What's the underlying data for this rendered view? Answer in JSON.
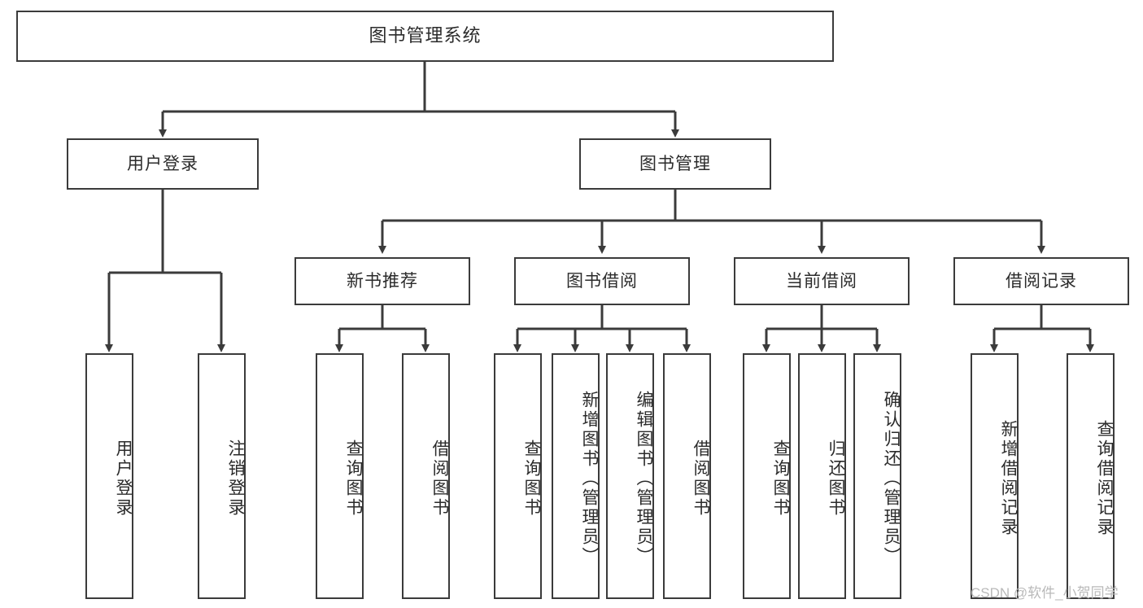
{
  "diagram": {
    "type": "tree-hierarchy",
    "title_node": {
      "id": "root",
      "label": "图书管理系统"
    },
    "level2": [
      {
        "id": "user-login",
        "label": "用户登录"
      },
      {
        "id": "book-mgmt",
        "label": "图书管理"
      }
    ],
    "level3": [
      {
        "id": "new-book-rec",
        "label": "新书推荐",
        "parent": "book-mgmt"
      },
      {
        "id": "book-borrow",
        "label": "图书借阅",
        "parent": "book-mgmt"
      },
      {
        "id": "current-borrow",
        "label": "当前借阅",
        "parent": "book-mgmt"
      },
      {
        "id": "borrow-record",
        "label": "借阅记录",
        "parent": "book-mgmt"
      }
    ],
    "leaves": [
      {
        "id": "leaf-user-login",
        "label": "用户登录",
        "parent": "user-login"
      },
      {
        "id": "leaf-logout",
        "label": "注销登录",
        "parent": "user-login"
      },
      {
        "id": "leaf-query-book-1",
        "label": "查询图书",
        "parent": "new-book-rec"
      },
      {
        "id": "leaf-borrow-book-1",
        "label": "借阅图书",
        "parent": "new-book-rec"
      },
      {
        "id": "leaf-query-book-2",
        "label": "查询图书",
        "parent": "book-borrow"
      },
      {
        "id": "leaf-add-book",
        "label": "新增图书（管理员）",
        "parent": "book-borrow"
      },
      {
        "id": "leaf-edit-book",
        "label": "编辑图书（管理员）",
        "parent": "book-borrow"
      },
      {
        "id": "leaf-borrow-book-2",
        "label": "借阅图书",
        "parent": "book-borrow"
      },
      {
        "id": "leaf-query-book-3",
        "label": "查询图书",
        "parent": "current-borrow"
      },
      {
        "id": "leaf-return-book",
        "label": "归还图书",
        "parent": "current-borrow"
      },
      {
        "id": "leaf-confirm-return",
        "label": "确认归还（管理员）",
        "parent": "current-borrow"
      },
      {
        "id": "leaf-add-record",
        "label": "新增借阅记录",
        "parent": "borrow-record"
      },
      {
        "id": "leaf-query-record",
        "label": "查询借阅记录",
        "parent": "borrow-record"
      }
    ]
  },
  "watermark": {
    "text": "CSDN @软件_小贺同学"
  },
  "colors": {
    "stroke": "#3b3b3b",
    "background": "#ffffff",
    "text": "#2b2b2b",
    "watermark": "#b9b9b9"
  }
}
